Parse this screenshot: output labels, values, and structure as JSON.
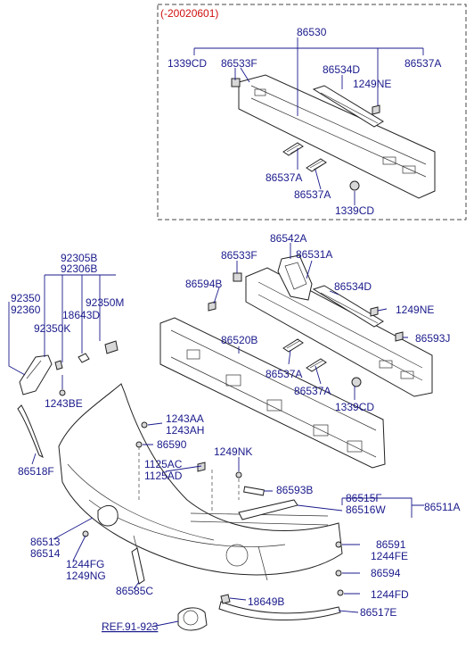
{
  "inset": {
    "note": "(-20020601)"
  },
  "labels": {
    "p86530": "86530",
    "p1339CD_a": "1339CD",
    "p86533F_a": "86533F",
    "p86534D_a": "86534D",
    "p86537A_a": "86537A",
    "p1249NE_a": "1249NE",
    "p86537A_b": "86537A",
    "p86537A_c": "86537A",
    "p1339CD_b": "1339CD",
    "p86542A": "86542A",
    "p86531A": "86531A",
    "p86533F_b": "86533F",
    "p86594B": "86594B",
    "p86534D_b": "86534D",
    "p1249NE_b": "1249NE",
    "p86593J": "86593J",
    "p86520B": "86520B",
    "p86537A_d": "86537A",
    "p86537A_e": "86537A",
    "p1339CD_c": "1339CD",
    "p92305B": "92305B",
    "p92306B": "92306B",
    "p92350": "92350",
    "p92360": "92360",
    "p92350M": "92350M",
    "p18643D": "18643D",
    "p92350K": "92350K",
    "p1243BE": "1243BE",
    "p86518F": "86518F",
    "p1243AA": "1243AA",
    "p1243AH": "1243AH",
    "p86590": "86590",
    "p1125AC": "1125AC",
    "p1125AD": "1125AD",
    "p1249NK": "1249NK",
    "p86593B": "86593B",
    "p86515F": "86515F",
    "p86516W": "86516W",
    "p86511A": "86511A",
    "p86513": "86513",
    "p86514": "86514",
    "p1244FG": "1244FG",
    "p1249NG": "1249NG",
    "p86591": "86591",
    "p1244FE": "1244FE",
    "p86594": "86594",
    "p1244FD": "1244FD",
    "p86585C": "86585C",
    "p18649B": "18649B",
    "p86517E": "86517E",
    "pREF": "REF.91-923"
  }
}
